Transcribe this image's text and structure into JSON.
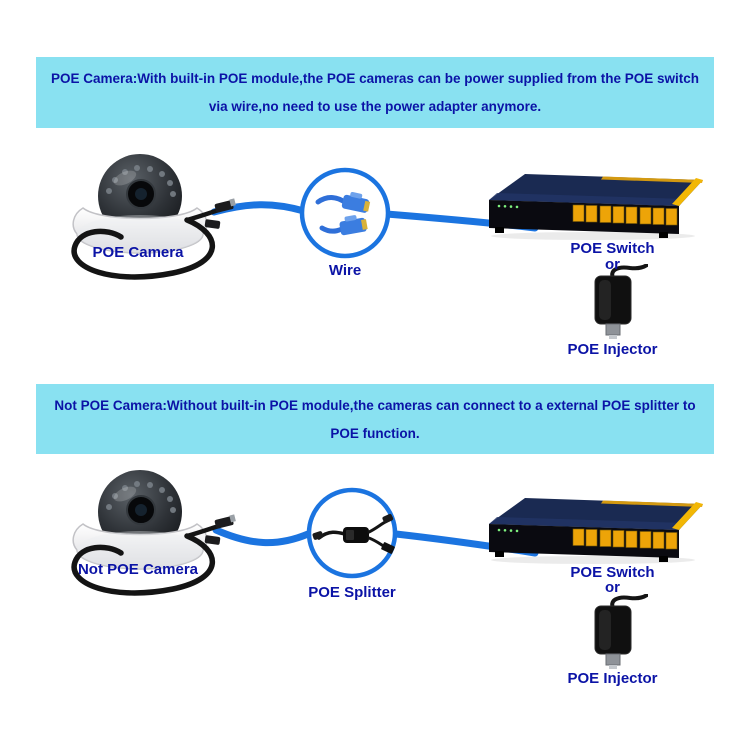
{
  "colors": {
    "banner_bg": "#89e1f1",
    "text_blue": "#0b13a6",
    "wire_blue": "#1b74e0",
    "port_yellow": "#edа408"
  },
  "banner1": {
    "line1": "POE Camera:With built-in POE module,the POE cameras can be power supplied from the POE switch",
    "line2": "via wire,no need to use the power adapter anymore."
  },
  "banner2": {
    "line1": "Not POE Camera:Without built-in POE module,the cameras can connect to a external POE splitter to",
    "line2": "POE function."
  },
  "section1": {
    "camera_label": "POE Camera",
    "wire_label": "Wire",
    "switch_label": "POE Switch",
    "or_label": "or",
    "injector_label": "POE Injector"
  },
  "section2": {
    "camera_label": "Not POE Camera",
    "splitter_label": "POE Splitter",
    "switch_label": "POE Switch",
    "or_label": "or",
    "injector_label": "POE Injector"
  },
  "illustrations": {
    "camera": "dome-security-camera",
    "wire": "blue-ethernet-cable-rj45-connectors",
    "switch": "8-port-poe-switch",
    "injector": "poe-injector-adapter",
    "splitter": "poe-splitter-cable"
  }
}
